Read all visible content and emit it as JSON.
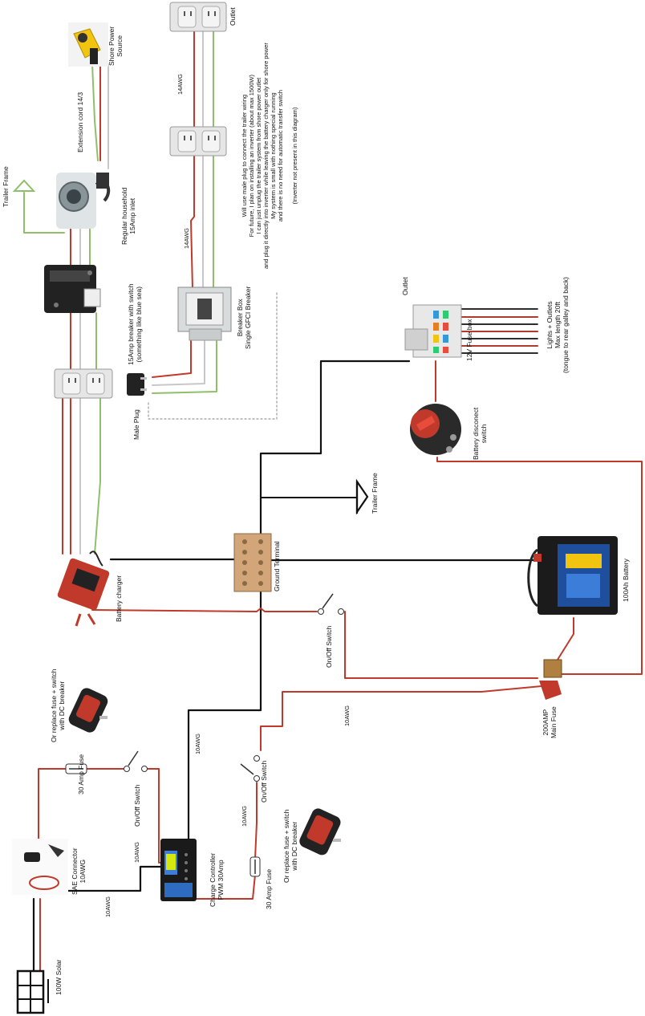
{
  "labels": {
    "outlet_top": "Outlet",
    "shore_power": "Shore Power\nSource",
    "extension_cord": "Extension cord 14/3",
    "awg14_top": "14AWG",
    "awg14_mid": "14AWG",
    "trailer_frame_top": "Trailer Frame",
    "inlet": "Regular household\n15Amp inlet",
    "breaker_15a": "15Amp breaker with switch\n(something like blue sea)",
    "male_plug": "Male Plug",
    "breaker_box": "Breaker Box\nSingle GFCI Breaker",
    "note": "Will use male plug to connect the trailer wiring\nFor future, I plan on installing an inverter (about max 1500W)\nI can just unplug the trailer system from shore power outlet\nand plug it directly into inverter while leaving the battery charger only for shore power\nMy system is small with nothing special running\nand there is no need for automatic transfer switch\n\n(Inverter not present in this diagram)",
    "outlet_right": "Outlet",
    "fuse_box": "12V Fuse box",
    "lights": "Lights + Outlets\nMax length 20ft\n(tongue to rear galley and back)",
    "battery_disconnect": "Battery disconect\nswitch",
    "trailer_frame_mid": "Trailer Frame",
    "ground_terminal": "Ground Terminal",
    "battery_charger": "Battery charger",
    "battery": "100Ah Battery",
    "onoff_right": "On/Off Switch",
    "awg10_a": "10AWG",
    "main_fuse": "200AMP\nMain Fuse",
    "replace_top": "Or replace fuse + switch\nwith DC breaker",
    "fuse30_left": "30 Amp Fuse",
    "onoff_left": "On/Off Switch",
    "awg10_b": "10AWG",
    "awg10_c": "10AWG",
    "onoff_mid": "On/Off Switch",
    "awg10_d": "10AWG",
    "replace_bottom": "Or replace fuse + switch\nwith DC breaker",
    "fuse30_right": "30 Amp Fuse",
    "charge_controller": "Charge Controller\nPWM 30Amp",
    "sae": "SAE Connector\n10AWG",
    "awg10_e": "10AWG",
    "solar": "100W Solar"
  },
  "colors": {
    "hot": "#c0392b",
    "neutral": "#c8c8c8",
    "ground": "#8fbf6a",
    "dc_negative": "#111111",
    "dc_positive": "#c0392b",
    "dotted": "#999999"
  }
}
